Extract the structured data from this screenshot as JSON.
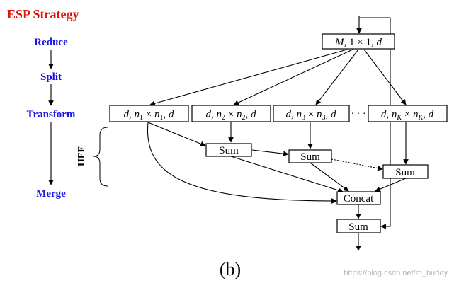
{
  "colors": {
    "title": "#e3120b",
    "stage": "#1a16e6",
    "line": "#000000",
    "watermark": "#b8b8b8"
  },
  "strategy": {
    "title": "ESP Strategy",
    "steps": [
      "Reduce",
      "Split",
      "Transform",
      "Merge"
    ]
  },
  "hff_label": "HFF",
  "nodes": {
    "reduce": {
      "parts": [
        "M",
        ", 1 × 1, ",
        "d"
      ]
    },
    "branches": [
      {
        "parts": [
          "d",
          ", ",
          "n",
          "1",
          " × ",
          "n",
          "1",
          ", ",
          "d"
        ]
      },
      {
        "parts": [
          "d",
          ", ",
          "n",
          "2",
          " × ",
          "n",
          "2",
          ", ",
          "d"
        ]
      },
      {
        "parts": [
          "d",
          ", ",
          "n",
          "3",
          " × ",
          "n",
          "3",
          ", ",
          "d"
        ]
      },
      {
        "parts": [
          "d",
          ", ",
          "n",
          "K",
          " × ",
          "n",
          "K",
          ", ",
          "d"
        ]
      }
    ],
    "ellipsis": "· · ·",
    "sum1": "Sum",
    "sum2": "Sum",
    "sum3": "Sum",
    "concat": "Concat",
    "final_sum": "Sum"
  },
  "caption": "(b)",
  "watermark": "https://blog.csdn.net/m_buddy"
}
